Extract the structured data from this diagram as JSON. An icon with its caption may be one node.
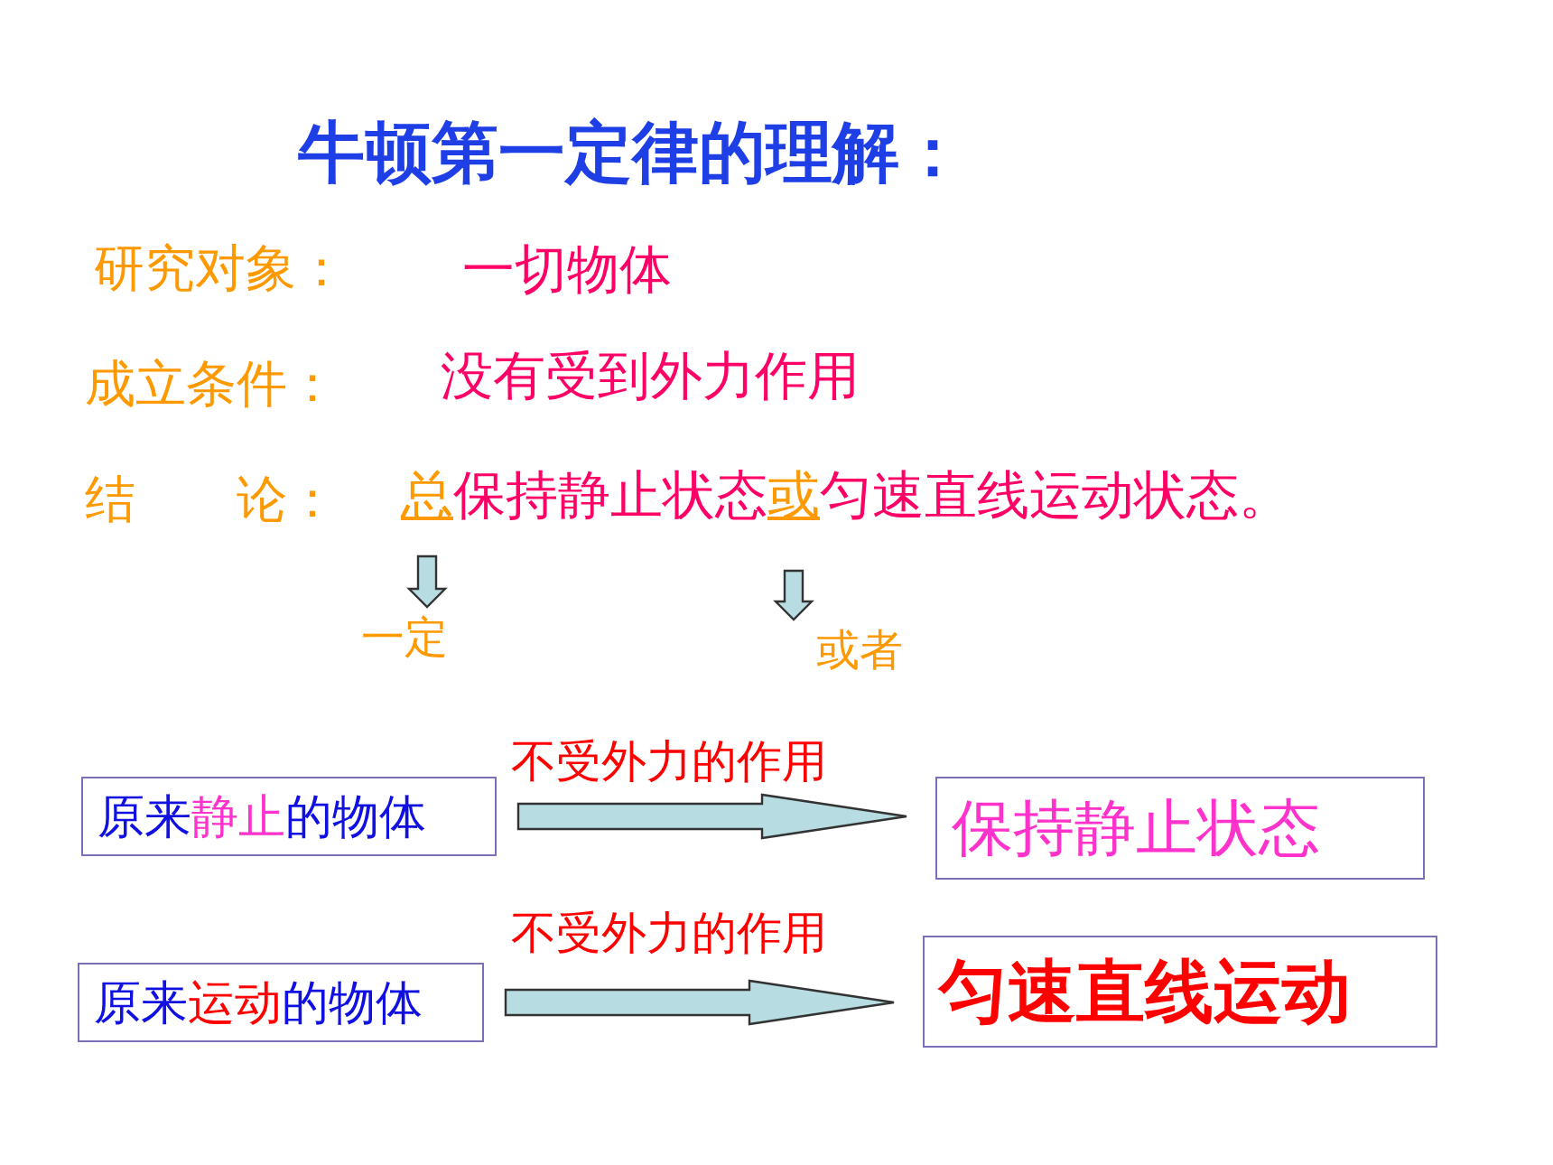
{
  "diagram": {
    "title": "牛顿第一定律的理解：",
    "nodes": [
      {
        "text": [
          "原来",
          "静止",
          "的物体"
        ]
      },
      {
        "text": [
          "保持静止状态"
        ]
      },
      {
        "text": [
          "原来",
          "运动",
          "的物体"
        ]
      },
      {
        "text": [
          "匀速直线运动"
        ]
      },
      {
        "text": [
          "一定"
        ]
      },
      {
        "text": [
          "或者"
        ]
      }
    ],
    "edges": [
      {
        "from": 0,
        "to": 1,
        "arrow": "to",
        "label": "不受外力的作用"
      },
      {
        "from": 2,
        "to": 3,
        "arrow": "to",
        "label": "不受外力的作用"
      },
      {
        "from": null,
        "to": 4,
        "arrow": "to"
      },
      {
        "from": null,
        "to": 5,
        "arrow": "to"
      }
    ],
    "labels": [
      "研究对象：",
      "一切物体",
      "成立条件：",
      "没有受到外力作用",
      "结　　论：",
      "总",
      "保持静止状态",
      "或",
      "匀速直线运动状态。"
    ]
  }
}
